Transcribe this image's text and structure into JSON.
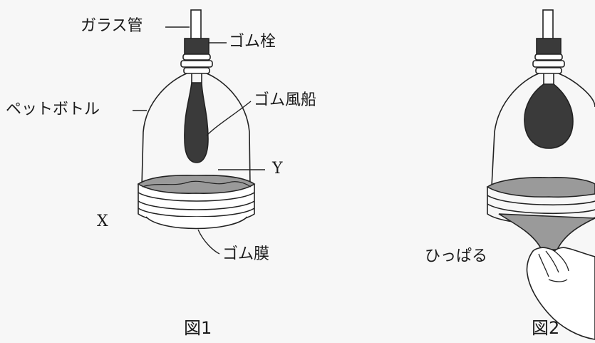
{
  "figure1": {
    "caption": "図1",
    "labels": {
      "glass_tube": "ガラス管",
      "rubber_stopper": "ゴム栓",
      "pet_bottle": "ペットボトル",
      "rubber_balloon": "ゴム風船",
      "y": "Y",
      "x": "X",
      "rubber_membrane": "ゴム膜"
    }
  },
  "figure2": {
    "caption": "図2",
    "labels": {
      "pull": "ひっぱる"
    }
  },
  "colors": {
    "line": "#222222",
    "dark_fill": "#3a3a3a",
    "membrane_fill": "#9a9a9a",
    "background": "#f7f7f7"
  }
}
